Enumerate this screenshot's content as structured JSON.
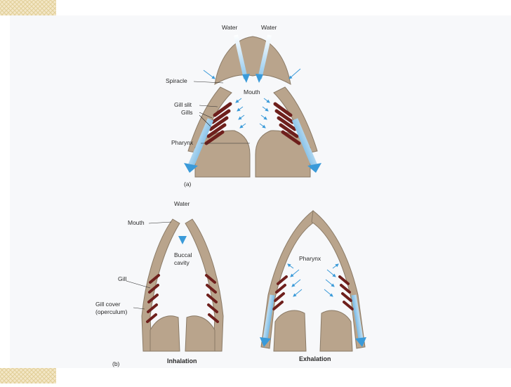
{
  "colors": {
    "tissue": "#b9a48c",
    "tissue_edge": "#8a7a66",
    "gill": "#6e1f1c",
    "arrow": "#3a9ad9",
    "panel_bg": "#f7f8fa",
    "corner_pattern": "#efe1b8"
  },
  "panel_a": {
    "caption": "(a)",
    "water_left": "Water",
    "water_right": "Water",
    "mouth": "Mouth",
    "spiracle": "Spiracle",
    "gill_slit": "Gill slit",
    "gills": "Gills",
    "pharynx": "Pharynx"
  },
  "panel_b": {
    "caption": "(b)",
    "water": "Water",
    "mouth": "Mouth",
    "buccal_line1": "Buccal",
    "buccal_line2": "cavity",
    "gill": "Gill",
    "gill_cover_line1": "Gill cover",
    "gill_cover_line2": "(operculum)",
    "pharynx": "Pharynx",
    "inhalation": "Inhalation",
    "exhalation": "Exhalation"
  }
}
